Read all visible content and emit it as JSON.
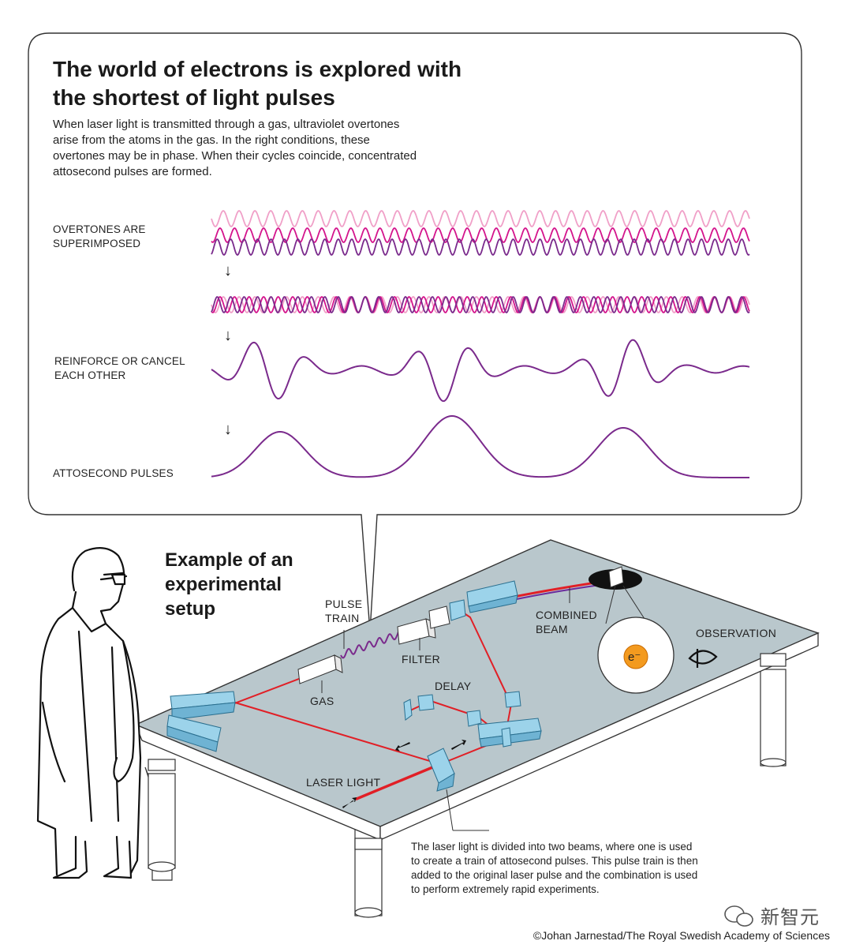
{
  "title": "The world of electrons is explored with the shortest of light pulses",
  "intro": "When laser light is transmitted through a gas, ultraviolet overtones arise from the atoms in the gas. In the right conditions, these overtones may be in phase. When their cycles coincide, concentrated attosecond pulses are formed.",
  "rows": {
    "overtones": "OVERTONES ARE SUPERIMPOSED",
    "reinforce": "REINFORCE OR CANCEL EACH OTHER",
    "attosecond": "ATTOSECOND PULSES"
  },
  "arrow_glyph": "↓",
  "setup_title": "Example of an experimental setup",
  "labels": {
    "pulse_train": "PULSE TRAIN",
    "filter": "FILTER",
    "gas": "GAS",
    "delay": "DELAY",
    "combined_beam": "COMBINED BEAM",
    "observation": "OBSERVATION",
    "laser_light": "LASER LIGHT",
    "electron": "e⁻"
  },
  "caption": "The laser light is divided into two beams, where one is used to create a train of attosecond pulses. This pulse train is then added to the original laser pulse and the combination is used to perform extremely rapid experiments.",
  "credit": "©Johan Jarnestad/The Royal Swedish Academy of Sciences",
  "watermark": "新智元",
  "colors": {
    "wave_light_pink": "#f0a0c8",
    "wave_magenta": "#d4148c",
    "wave_purple": "#7a2a8c",
    "laser_red": "#e11f26",
    "table_top": "#b9c7cc",
    "optic_blue": "#9cd3ea",
    "electron_orange": "#f39a1f"
  },
  "icons": [
    "eye-icon",
    "wechat-icon",
    "scientist-figure"
  ]
}
